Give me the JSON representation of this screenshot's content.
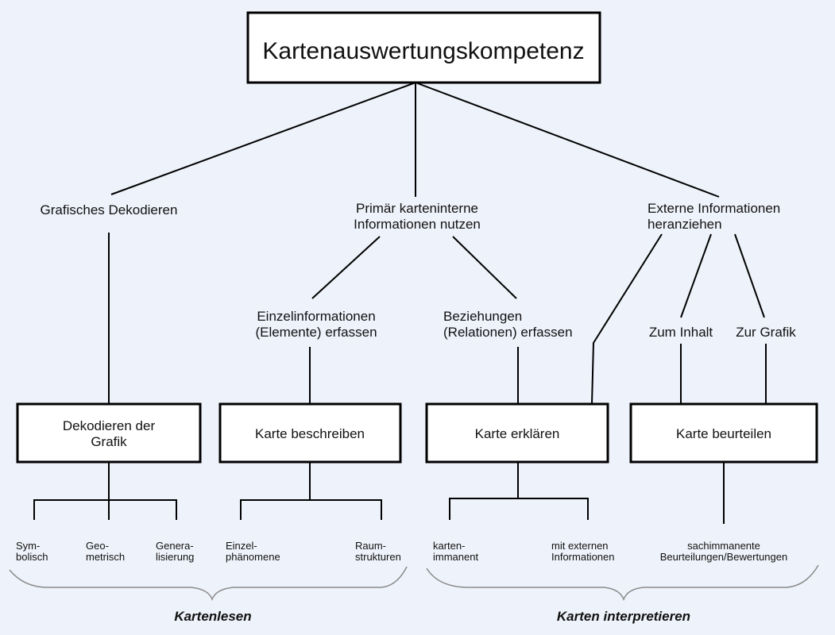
{
  "root": "Kartenauswertungskompetenz",
  "level1": {
    "grafisch": "Grafisches Dekodieren",
    "primaer": [
      "Primär karteninterne",
      "Informationen nutzen"
    ],
    "extern": [
      "Externe Informationen",
      "heranziehen"
    ]
  },
  "level2": {
    "einzel": [
      "Einzelinformationen",
      "(Elemente) erfassen"
    ],
    "beziehungen": [
      "Beziehungen",
      "(Relationen) erfassen"
    ],
    "inhalt": "Zum Inhalt",
    "grafik": "Zur Grafik"
  },
  "boxes": {
    "dekodieren": [
      "Dekodieren der",
      "Grafik"
    ],
    "beschreiben": "Karte beschreiben",
    "erklaeren": "Karte erklären",
    "beurteilen": "Karte beurteilen"
  },
  "leaves": {
    "symbolisch": [
      "Sym-",
      "bolisch"
    ],
    "geometrisch": [
      "Geo-",
      "metrisch"
    ],
    "generalisierung": [
      "Genera-",
      "lisierung"
    ],
    "einzelphaenomene": [
      "Einzel-",
      "phänomene"
    ],
    "raumstrukturen": [
      "Raum-",
      "strukturen"
    ],
    "kartenimmanent": [
      "karten-",
      "immanent"
    ],
    "extern": [
      "mit externen",
      "Informationen"
    ],
    "sachimmanent": [
      "sachimmanente",
      "Beurteilungen/Bewertungen"
    ]
  },
  "groups": {
    "left": "Kartenlesen",
    "right": "Karten interpretieren"
  },
  "colors": {
    "background": "#eef2fa",
    "brace": "#8a8a8a"
  }
}
